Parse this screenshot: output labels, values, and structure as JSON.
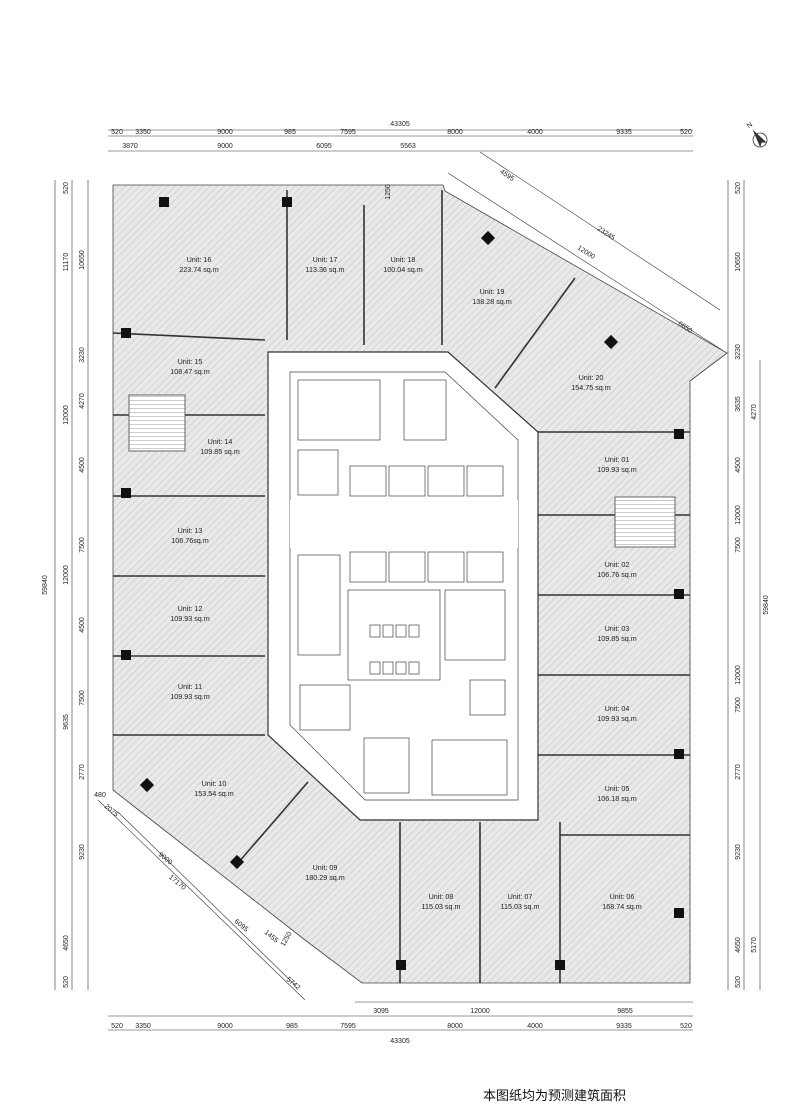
{
  "units": [
    {
      "id": "16",
      "label": "Unit: 16",
      "area": "223.74 sq.m"
    },
    {
      "id": "17",
      "label": "Unit: 17",
      "area": "113.36 sq.m"
    },
    {
      "id": "18",
      "label": "Unit: 18",
      "area": "100.04 sq.m"
    },
    {
      "id": "19",
      "label": "Unit: 19",
      "area": "138.28 sq.m"
    },
    {
      "id": "20",
      "label": "Unit: 20",
      "area": "154.75 sq.m"
    },
    {
      "id": "15",
      "label": "Unit: 15",
      "area": "108.47 sq.m"
    },
    {
      "id": "14",
      "label": "Unit: 14",
      "area": "109.85 sq.m"
    },
    {
      "id": "13",
      "label": "Unit: 13",
      "area": "106.76sq.m"
    },
    {
      "id": "12",
      "label": "Unit: 12",
      "area": "109.93 sq.m"
    },
    {
      "id": "11",
      "label": "Unit: 11",
      "area": "109.93 sq.m"
    },
    {
      "id": "10",
      "label": "Unit: 10",
      "area": "153.54 sq.m"
    },
    {
      "id": "09",
      "label": "Unit: 09",
      "area": "180.29 sq.m"
    },
    {
      "id": "08",
      "label": "Unit: 08",
      "area": "115.03 sq.m"
    },
    {
      "id": "07",
      "label": "Unit: 07",
      "area": "115.03 sq.m"
    },
    {
      "id": "06",
      "label": "Unit: 06",
      "area": "168.74 sq.m"
    },
    {
      "id": "01",
      "label": "Unit: 01",
      "area": "109.93 sq.m"
    },
    {
      "id": "02",
      "label": "Unit: 02",
      "area": "106.76 sq.m"
    },
    {
      "id": "03",
      "label": "Unit: 03",
      "area": "109.85 sq.m"
    },
    {
      "id": "04",
      "label": "Unit: 04",
      "area": "109.93 sq.m"
    },
    {
      "id": "05",
      "label": "Unit: 05",
      "area": "106.18 sq.m"
    }
  ],
  "dims": {
    "top_total": "43305",
    "top_row1": [
      "520",
      "3350",
      "9000",
      "985",
      "7595",
      "8000",
      "4000",
      "9335",
      "520"
    ],
    "top_row2": [
      "3870",
      "9000",
      "6095",
      "5563"
    ],
    "top_small": "1250",
    "diag_ne": [
      "4595",
      "23245",
      "12000",
      "6650"
    ],
    "bottom_total": "43305",
    "bottom_row1": [
      "520",
      "3350",
      "9000",
      "985",
      "7595",
      "8000",
      "4000",
      "9335",
      "520"
    ],
    "bottom_row2": [
      "3095",
      "12000",
      "9855"
    ],
    "diag_sw": [
      "480",
      "2075",
      "9000",
      "17170",
      "6095",
      "1455",
      "1250",
      "5742"
    ],
    "left_total": "59840",
    "left_outer": [
      "520",
      "11170",
      "12000",
      "12000",
      "9635",
      "4650",
      "520"
    ],
    "left_inner": [
      "10650",
      "3230",
      "4270",
      "4500",
      "7500",
      "4500",
      "7500",
      "2770",
      "9230"
    ],
    "right_total": "59840",
    "right_outer": [
      "520",
      "10650",
      "3230",
      "3635",
      "4270",
      "4500",
      "12000",
      "7500",
      "12000",
      "7500",
      "2770",
      "9230",
      "4650",
      "5170",
      "520"
    ]
  },
  "north_label": "N",
  "note": "本图纸均为预测建筑面积"
}
